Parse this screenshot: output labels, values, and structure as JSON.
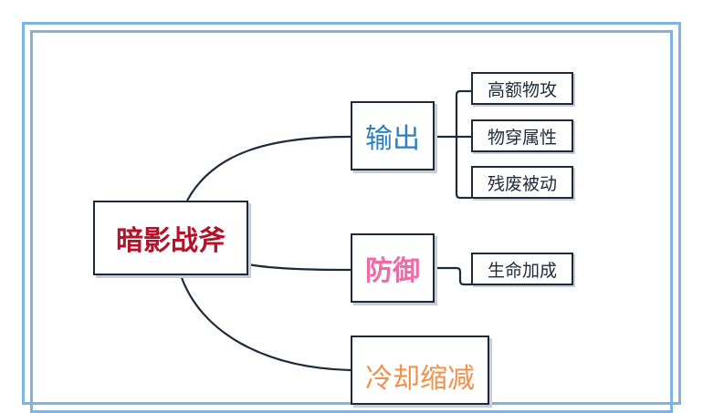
{
  "mindmap": {
    "root": {
      "label": "暗影战斧",
      "color": "#b5122a"
    },
    "branches": [
      {
        "label": "输出",
        "color": "#2d7fbf",
        "children": [
          "高额物攻",
          "物穿属性",
          "残废被动"
        ]
      },
      {
        "label": "防御",
        "color": "#f06aa6",
        "children": [
          "生命加成"
        ]
      },
      {
        "label": "冷却缩减",
        "color": "#f0904a",
        "children": []
      }
    ]
  },
  "colors": {
    "frame": "#7cb4e6",
    "line": "#1e2a3a",
    "leaf_text": "#1e2a3a"
  }
}
